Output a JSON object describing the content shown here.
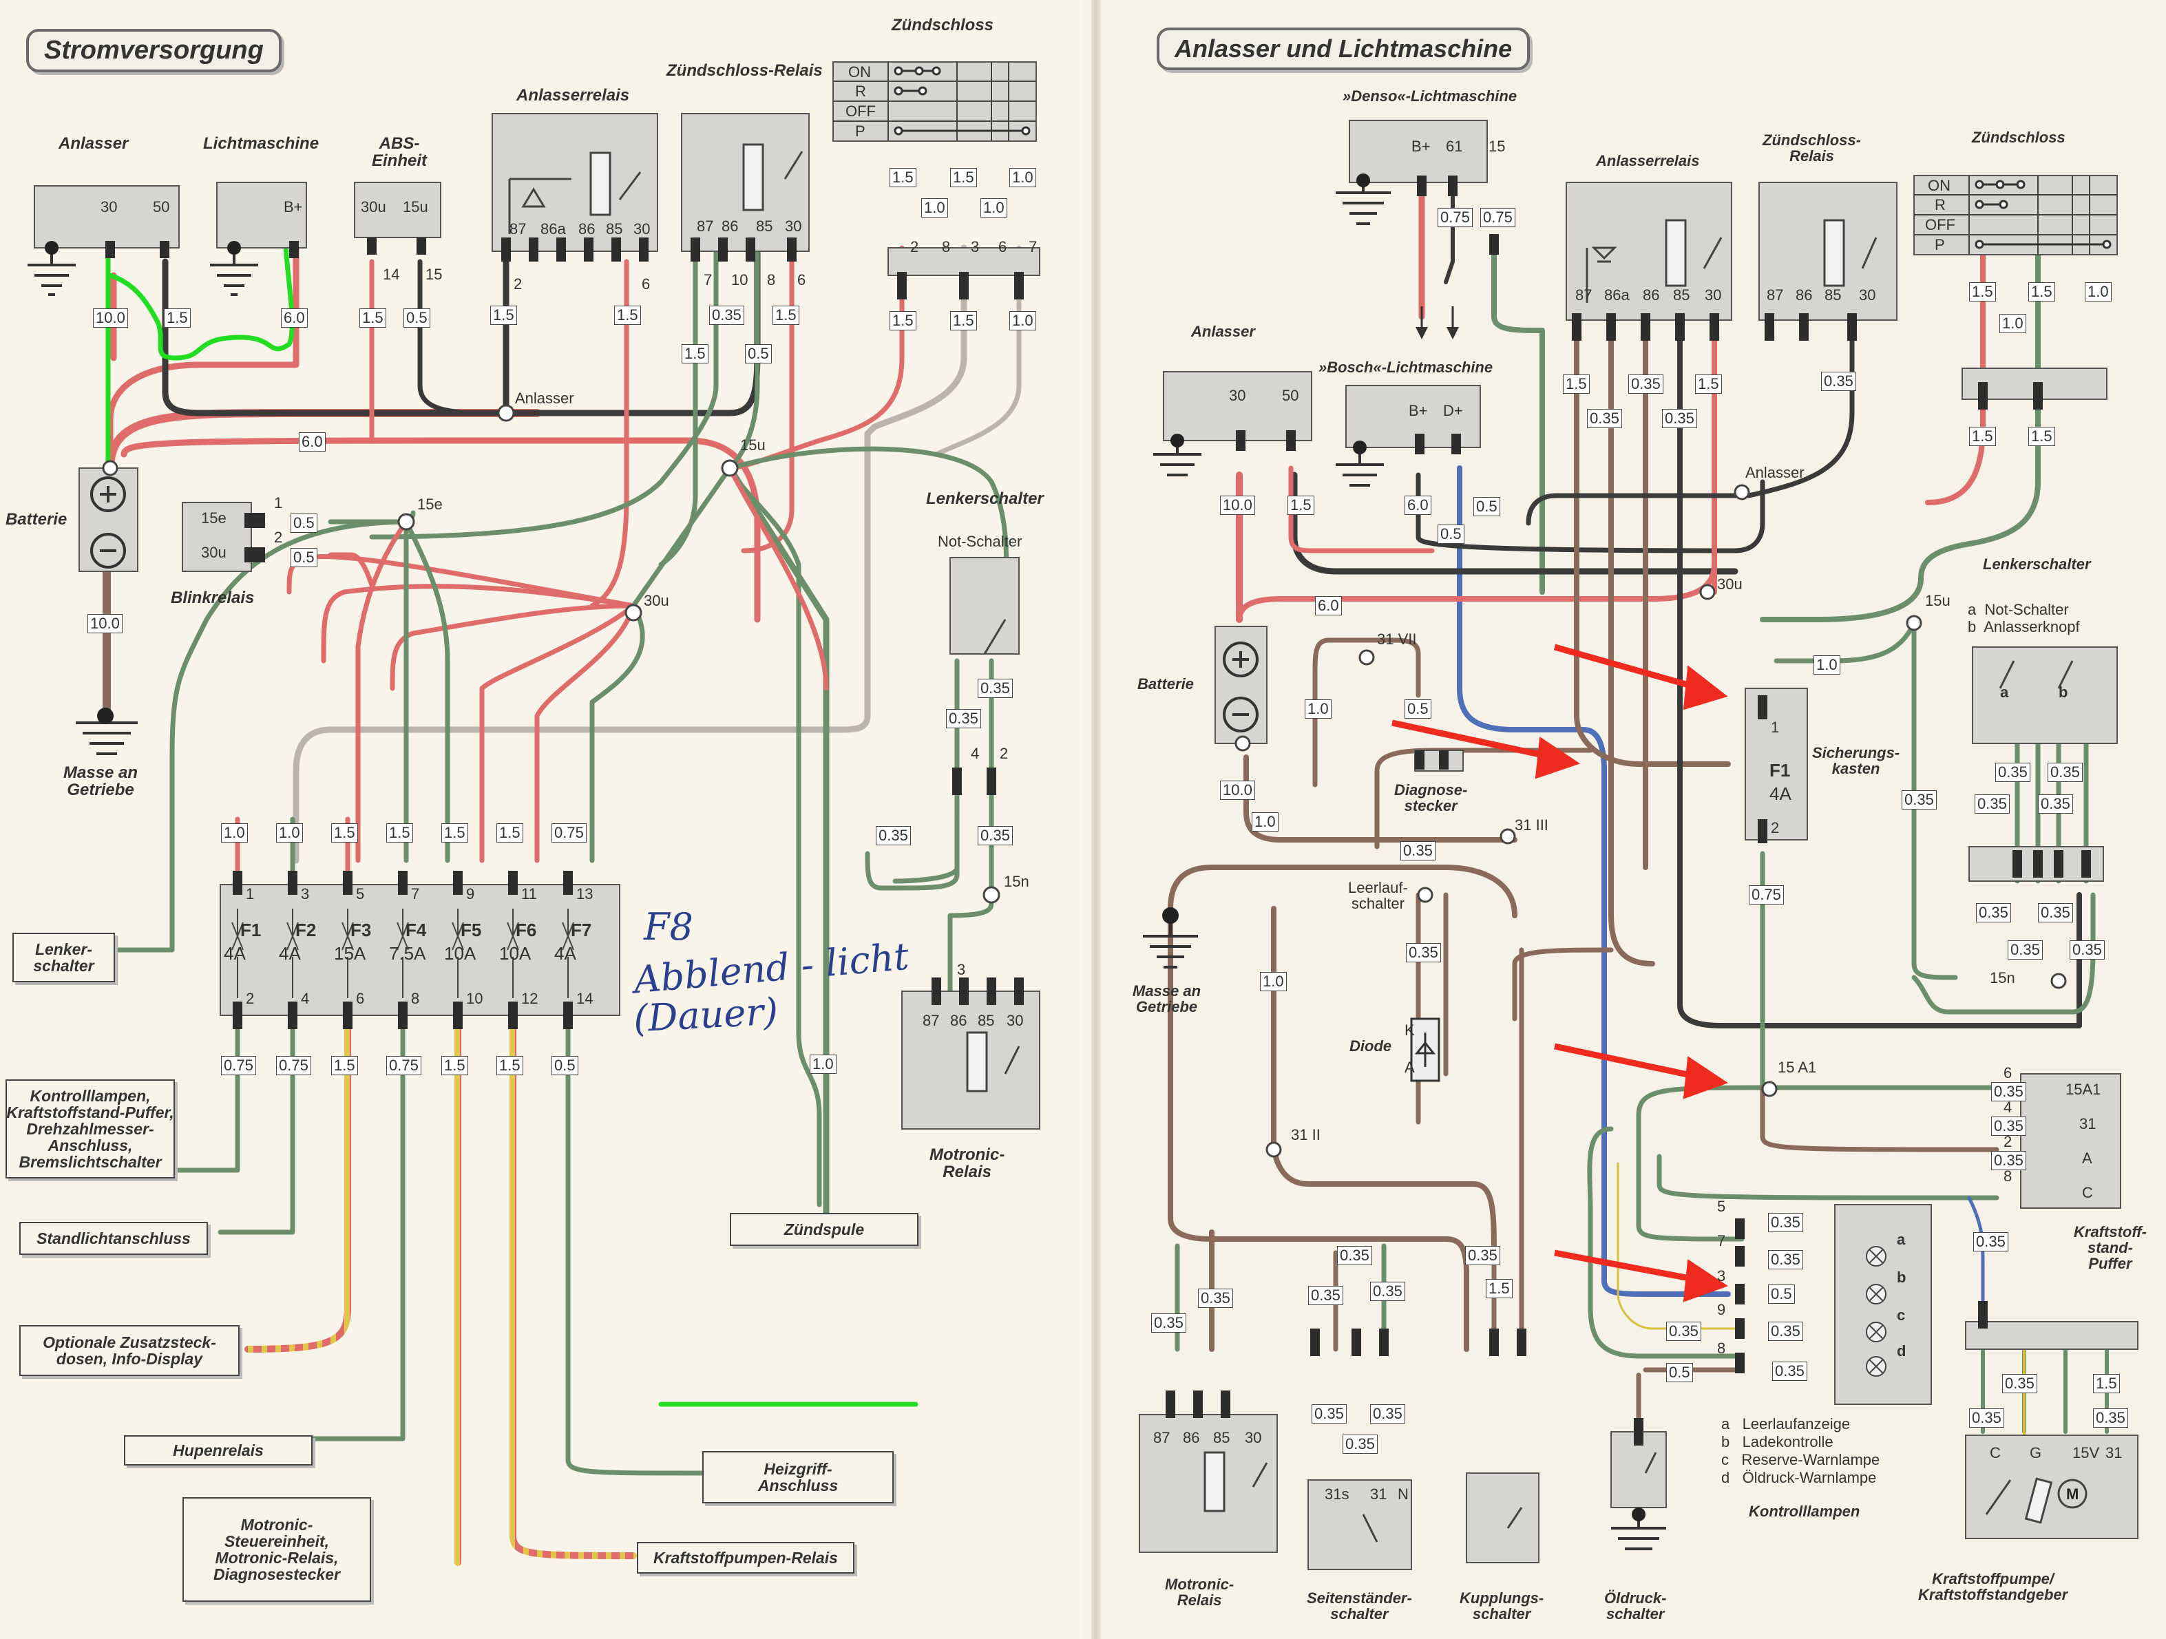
{
  "colors": {
    "red": "#e06b6b",
    "dark": "#3a3a3a",
    "green": "#6b8f6b",
    "brown": "#8a6a5a",
    "gray": "#bcb5ae",
    "blue": "#4f6fb8",
    "yellow": "#d6c23a",
    "highlight": "#22dd22",
    "arrow": "#ee2b1e"
  },
  "left": {
    "title": "Stromversorgung",
    "components": {
      "anlasser": "Anlasser",
      "lichtmaschine": "Lichtmaschine",
      "abs": "ABS-\nEinheit",
      "anlasserrelais": "Anlasserrelais",
      "zuendschloss_relais": "Zündschloss-Relais",
      "zuendschloss": "Zündschloss",
      "batterie": "Batterie",
      "masse": "Masse an\nGetriebe",
      "blinkrelais": "Blinkrelais",
      "lenkerschalter": "Lenkerschalter",
      "not_schalter": "Not-Schalter",
      "motronic_relais": "Motronic-\nRelais"
    },
    "terminals": {
      "t30": "30",
      "t50": "50",
      "bplus": "B+",
      "t30u": "30u",
      "t15u": "15u",
      "t87": "87",
      "t86a": "86a",
      "t86": "86",
      "t85": "85",
      "t30b": "30",
      "t15e": "15e",
      "t30u_b": "30u"
    },
    "zs_positions": [
      "ON",
      "R",
      "OFF",
      "P"
    ],
    "nodes": {
      "anlasser": "Anlasser",
      "n15u": "15u",
      "n15e": "15e",
      "n30u": "30u",
      "n15n": "15n"
    },
    "fuses": [
      {
        "id": "F1",
        "amp": "4A"
      },
      {
        "id": "F2",
        "amp": "4A"
      },
      {
        "id": "F3",
        "amp": "15A"
      },
      {
        "id": "F4",
        "amp": "7.5A"
      },
      {
        "id": "F5",
        "amp": "10A"
      },
      {
        "id": "F6",
        "amp": "10A"
      },
      {
        "id": "F7",
        "amp": "4A"
      }
    ],
    "fuse_pins_top": [
      "1",
      "3",
      "5",
      "7",
      "9",
      "11",
      "13"
    ],
    "fuse_pins_bottom": [
      "2",
      "4",
      "6",
      "8",
      "10",
      "12",
      "14"
    ],
    "fuse_wires_top": [
      "1.0",
      "1.0",
      "1.5",
      "1.5",
      "1.5",
      "1.5",
      "0.75"
    ],
    "fuse_wires_bottom": [
      "0.75",
      "0.75",
      "1.5",
      "0.75",
      "1.5",
      "1.5",
      "0.5"
    ],
    "wire_labels": {
      "w100a": "10.0",
      "w15a": "1.5",
      "w60a": "6.0",
      "w15b": "1.5",
      "w05a": "0.5",
      "w15c": "1.5",
      "w15d": "1.5",
      "w035a": "0.35",
      "w15e": "1.5",
      "w15f": "1.5",
      "w05b": "0.5",
      "w15g": "1.5",
      "w15h": "1.5",
      "w10a": "1.0",
      "w10b": "1.0",
      "w10c": "1.0",
      "w15i": "1.5",
      "w15j": "1.5",
      "w10d": "1.0",
      "w60b": "6.0",
      "w05c": "0.5",
      "w05d": "0.5",
      "w100b": "10.0",
      "w035b": "0.35",
      "w035c": "0.35",
      "w035d": "0.35",
      "w035e": "0.35",
      "w10e": "1.0"
    },
    "pin_numbers": {
      "p14": "14",
      "p15": "15",
      "p2": "2",
      "p6": "6",
      "p7": "7",
      "p10": "10",
      "p8": "8",
      "p6b": "6",
      "p2z": "2",
      "p8z": "8",
      "p3z": "3",
      "p6z": "6",
      "p7z": "7",
      "p1b": "1",
      "p2b": "2",
      "p4": "4",
      "p2n": "2",
      "p3m": "3"
    },
    "motronic_pins": [
      "87",
      "86",
      "85",
      "30"
    ],
    "destinations": [
      "Lenker-\nschalter",
      "Kontrolllampen,\nKraftstoffstand-Puffer,\nDrehzahlmesser-\nAnschluss,\nBremslichtschalter",
      "Standlichtanschluss",
      "Optionale Zusatzsteck-\ndosen, Info-Display",
      "Hupenrelais",
      "Motronic-\nSteuereinheit,\nMotronic-Relais,\nDiagnosestecker",
      "Zündspule",
      "Heizgriff-\nAnschluss",
      "Kraftstoffpumpen-Relais"
    ],
    "handwriting": {
      "line1": "F8",
      "line2": "Abblend - licht",
      "line3": "(Dauer)"
    }
  },
  "right": {
    "title": "Anlasser und Lichtmaschine",
    "components": {
      "denso": "»Denso«-Lichtmaschine",
      "bosch": "»Bosch«-Lichtmaschine",
      "anlasser": "Anlasser",
      "anlasserrelais": "Anlasserrelais",
      "zuendschloss_relais": "Zündschloss-\nRelais",
      "zuendschloss": "Zündschloss",
      "lenkerschalter": "Lenkerschalter",
      "batterie": "Batterie",
      "masse": "Masse an\nGetriebe",
      "diagnosestecker": "Diagnose-\nstecker",
      "leerlaufschalter": "Leerlauf-\nschalter",
      "diode": "Diode",
      "sicherungskasten": "Sicherungs-\nkasten",
      "kontrolllampen": "Kontrolllampen",
      "kraftstoff_puffer": "Kraftstoff-\nstand-\nPuffer",
      "motronic_relais": "Motronic-\nRelais",
      "seitenstaender": "Seitenständer-\nschalter",
      "kupplung": "Kupplungs-\nschalter",
      "oeldruck": "Öldruck-\nschalter",
      "pumpe": "Kraftstoffpumpe/\nKraftstoffstandgeber"
    },
    "lenker_legend": [
      "a  Not-Schalter",
      "b  Anlasserknopf"
    ],
    "lamp_legend": [
      "a   Leerlaufanzeige",
      "b   Ladekontrolle",
      "c   Reserve-Warnlampe",
      "d   Öldruck-Warnlampe"
    ],
    "nodes": {
      "n31vii": "31 VII",
      "n31iii": "31 III",
      "n31ii": "31 II",
      "n30u": "30u",
      "n15u": "15u",
      "n15n": "15n",
      "n15a1": "15 A1",
      "anlasser": "Anlasser"
    },
    "fuse": {
      "id": "F1",
      "amp": "4A",
      "pin_top": "1",
      "pin_bottom": "2"
    },
    "puffer_pins": [
      "15A1",
      "31",
      "A",
      "C"
    ],
    "puffer_nums": [
      "6",
      "4",
      "2",
      "8"
    ],
    "lamp_letters": [
      "a",
      "b",
      "c",
      "d"
    ],
    "lamp_pins": [
      "5",
      "7",
      "9",
      "3",
      "8"
    ],
    "pump_pins": [
      "C",
      "G",
      "15V",
      "31"
    ],
    "seiten_pins": [
      "31s",
      "31",
      "N"
    ],
    "terminals": {
      "bplus": "B+",
      "t61": "61",
      "t15": "15",
      "dplus": "D+",
      "t30": "30",
      "t50": "50",
      "t87": "87",
      "t86a": "86a",
      "t86": "86",
      "t85": "85",
      "t30b": "30",
      "diode_k": "K",
      "diode_a": "A",
      "motor": "M",
      "btn_a": "a",
      "btn_b": "b"
    },
    "zs_positions": [
      "ON",
      "R",
      "OFF",
      "P"
    ],
    "wire_labels": {
      "a": "0.75",
      "b": "0.75",
      "c": "10.0",
      "d": "1.5",
      "e": "6.0",
      "f": "0.5",
      "g": "0.5",
      "h": "6.0",
      "i": "10.0",
      "j": "1.0",
      "k": "1.0",
      "l": "0.5",
      "m": "1.5",
      "n": "0.35",
      "o": "0.35",
      "p": "0.35",
      "q": "1.5",
      "r": "0.35",
      "s": "1.5",
      "t": "1.5",
      "u": "1.0",
      "v": "1.0",
      "w": "1.5",
      "x": "1.5",
      "y": "1.0",
      "z": "0.75",
      "aa": "0.35",
      "ab": "1.0",
      "ac": "0.35",
      "ad": "0.35",
      "ae": "0.35",
      "af": "0.35",
      "ag": "0.35",
      "ah": "0.35",
      "ai": "0.35",
      "aj": "0.35",
      "ak": "0.35",
      "al": "0.35",
      "am": "0.35",
      "an": "0.35",
      "ao": "0.35",
      "ap": "0.35",
      "aq": "0.35",
      "ar": "0.5",
      "as": "0.35",
      "at": "0.5",
      "au": "0.35",
      "av": "0.35",
      "aw": "0.35",
      "ax": "0.35",
      "ay": "0.35",
      "az": "0.35",
      "ba": "0.35",
      "bb": "0.35",
      "bc": "0.35",
      "bd": "0.35",
      "be": "1.5",
      "bf": "1.5",
      "bg": "0.35",
      "bh": "0.35",
      "bi": "0.35",
      "bj": "0.35",
      "bk": "0.35"
    }
  }
}
